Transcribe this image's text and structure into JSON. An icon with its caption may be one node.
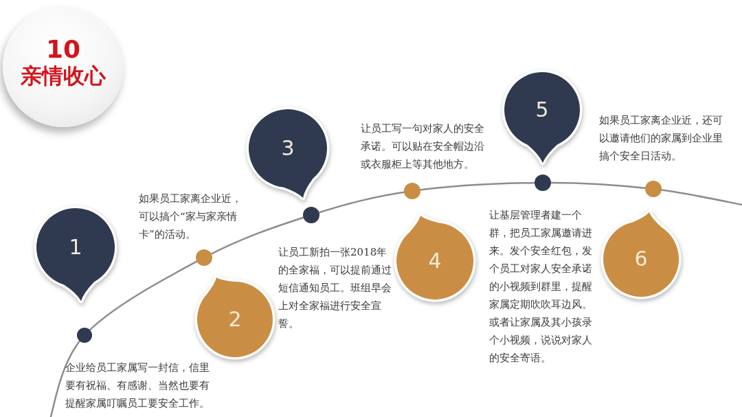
{
  "diagram": {
    "nodes": [
      {
        "text": [
          "10",
          "亲情收心"
        ]
      },
      {
        "text": [
          "1"
        ]
      },
      {
        "text": [
          "2"
        ]
      },
      {
        "text": [
          "3"
        ]
      },
      {
        "text": [
          "4"
        ]
      },
      {
        "text": [
          "5"
        ]
      },
      {
        "text": [
          "6"
        ]
      }
    ],
    "labels": [
      "企业给员工家属写一封信，信里要有祝福、有感谢、当然也要有提醒家属叮嘱员工要安全工作。",
      "如果员工家离企业近，可以搞个“家与家亲情卡”的活动。",
      "让员工新拍一张2018年的全家福，可以提前通过短信通知员工。班组早会上对全家福进行安全宣誓。",
      "让员工写一句对家人的安全承诺。可以贴在安全帽边沿或衣服柜上等其他地方。",
      "让基层管理者建一个群，把员工家属邀请进来。发个安全红包，发个员工对家人安全承诺的小视频到群里，提醒家属定期吹吹耳边风。或者让家属及其小孩录个小视频，说说对家人的安全寄语。",
      "如果员工家离企业近，还可以邀请他们的家属到企业里搞个安全日活动。"
    ]
  }
}
